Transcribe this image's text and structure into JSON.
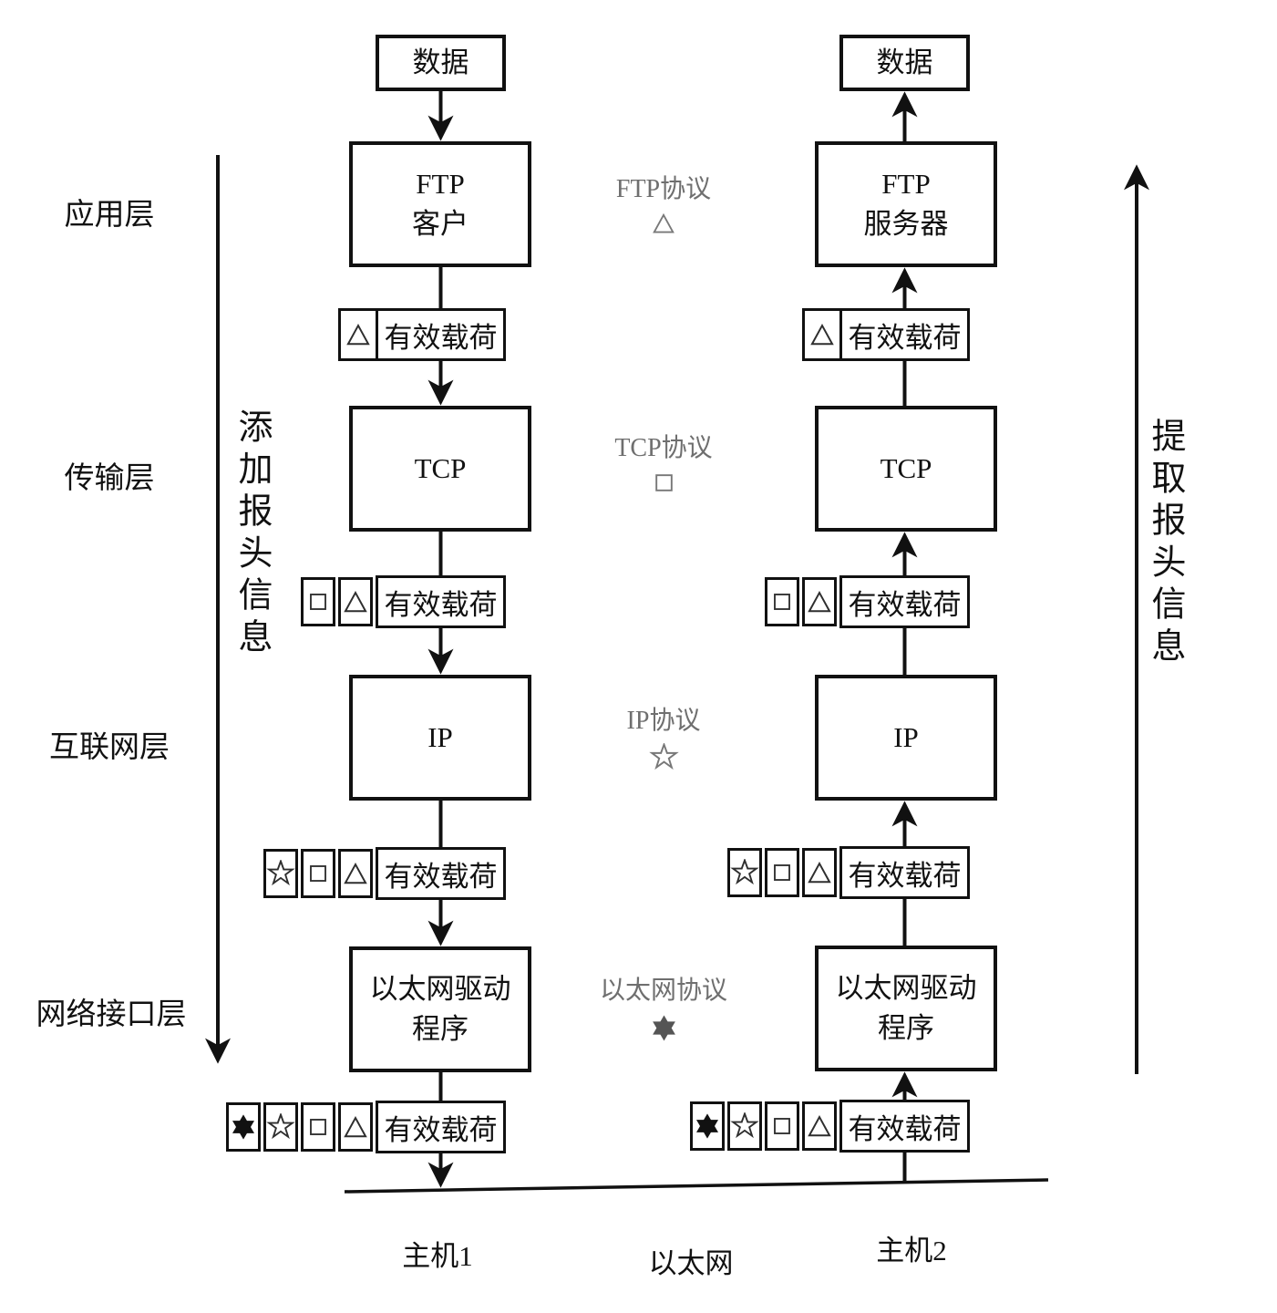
{
  "colors": {
    "line": "#111111",
    "gray_label": "#6f6f6f"
  },
  "icons": {
    "triangle": "△",
    "square": "□",
    "star5": "☆",
    "star6": "✡"
  },
  "layers": {
    "application": "应用层",
    "transport": "传输层",
    "internet": "互联网层",
    "network_interface": "网络接口层"
  },
  "annotations": {
    "add_header": "添加报头信息",
    "extract_header": "提取报头信息"
  },
  "protocols": {
    "ftp": {
      "label": "FTP协议",
      "symbol": "triangle"
    },
    "tcp": {
      "label": "TCP协议",
      "symbol": "square"
    },
    "ip": {
      "label": "IP协议",
      "symbol": "star5"
    },
    "ethernet": {
      "label": "以太网协议",
      "symbol": "star6"
    }
  },
  "host1": {
    "caption": "主机1",
    "direction": "down",
    "data_label": "数据",
    "app_line1": "FTP",
    "app_line2": "客户",
    "transport_label": "TCP",
    "internet_label": "IP",
    "link_line1": "以太网驱动",
    "link_line2": "程序",
    "payload_label": "有效载荷",
    "payload_rows": [
      [
        "triangle"
      ],
      [
        "square",
        "triangle"
      ],
      [
        "star5",
        "square",
        "triangle"
      ],
      [
        "star6",
        "star5",
        "square",
        "triangle"
      ]
    ]
  },
  "host2": {
    "caption": "主机2",
    "direction": "up",
    "data_label": "数据",
    "app_line1": "FTP",
    "app_line2": "服务器",
    "transport_label": "TCP",
    "internet_label": "IP",
    "link_line1": "以太网驱动",
    "link_line2": "程序",
    "payload_label": "有效载荷",
    "payload_rows": [
      [
        "triangle"
      ],
      [
        "square",
        "triangle"
      ],
      [
        "star5",
        "square",
        "triangle"
      ],
      [
        "star6",
        "star5",
        "square",
        "triangle"
      ]
    ]
  },
  "ethernet_label": "以太网"
}
